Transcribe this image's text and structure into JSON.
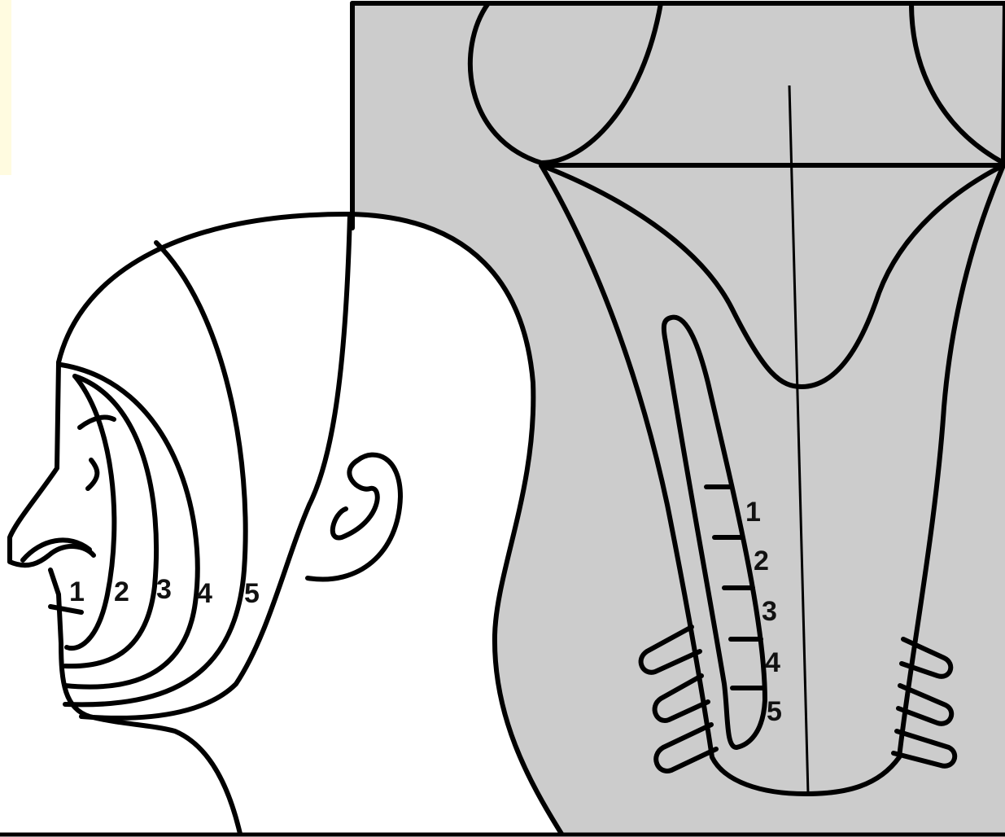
{
  "colors": {
    "background": "#ffffff",
    "panel_gray": "#cccccc",
    "corner_tint": "#fffbe0",
    "ink": "#000000"
  },
  "face_zone_labels": [
    "1",
    "2",
    "3",
    "4",
    "5"
  ],
  "brainstem_zone_labels": [
    "1",
    "2",
    "3",
    "4",
    "5"
  ]
}
